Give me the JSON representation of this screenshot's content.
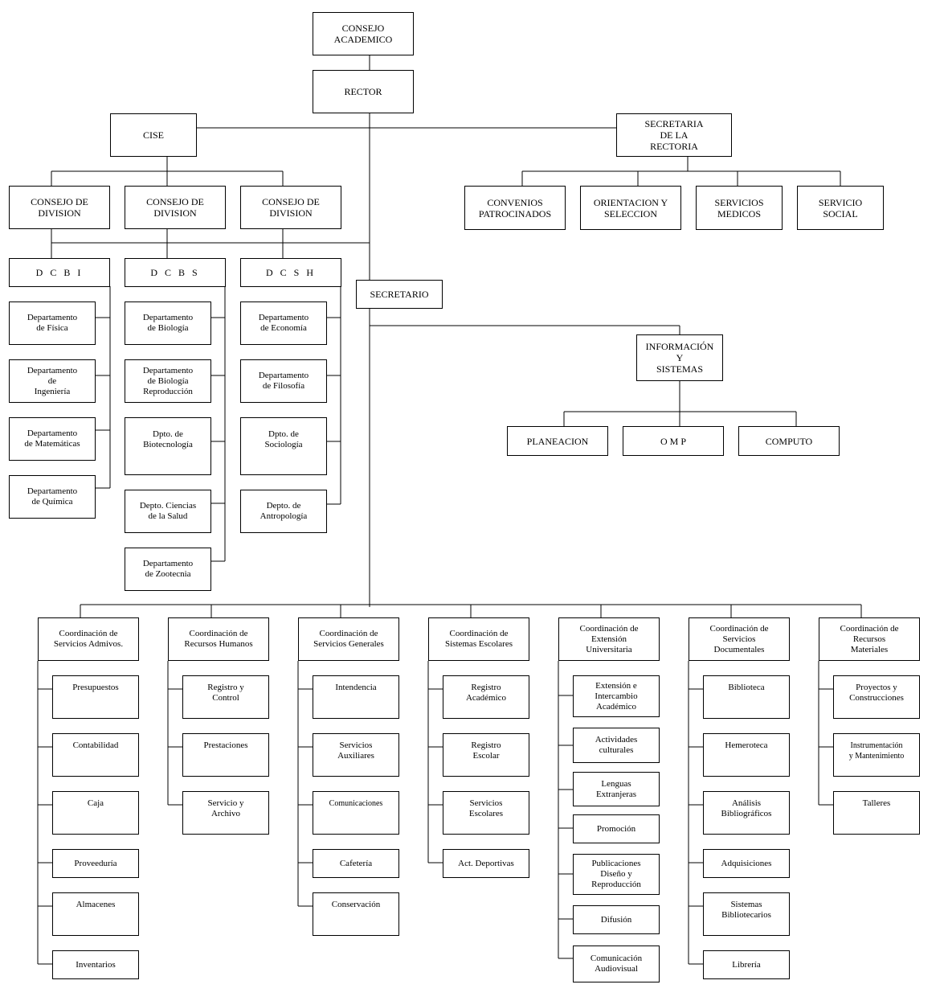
{
  "top": {
    "consejo_academico": "CONSEJO\nACADEMICO",
    "rector": "RECTOR",
    "cise": "CISE",
    "secretaria": "SECRETARIA\nDE  LA\nRECTORIA",
    "secretario": "SECRETARIO"
  },
  "secretaria_units": [
    "CONVENIOS\nPATROCINADOS",
    "ORIENTACION Y\nSELECCION",
    "SERVICIOS\nMEDICOS",
    "SERVICIO\nSOCIAL"
  ],
  "consejos_division": [
    "CONSEJO DE\nDIVISION",
    "CONSEJO DE\nDIVISION",
    "CONSEJO DE\nDIVISION"
  ],
  "divisions": [
    {
      "name": "D C B I",
      "departments": [
        "Departamento\nde Física",
        "Departamento\nde\nIngeniería",
        "Departamento\nde Matemáticas",
        "Departamento\nde Química"
      ]
    },
    {
      "name": "D C B S",
      "departments": [
        "Departamento\nde Biología",
        "Departamento\nde Biología\nReproducción",
        "Dpto. de\nBiotecnología",
        "Depto. Ciencias\nde la Salud",
        "Departamento\nde Zootecnia"
      ]
    },
    {
      "name": "D C S H",
      "departments": [
        "Departamento\nde Economía",
        "Departamento\nde Filosofía",
        "Dpto. de\nSociología",
        "Depto. de\nAntropología"
      ]
    }
  ],
  "informacion": {
    "title": "INFORMACIÓN\nY\nSISTEMAS",
    "units": [
      "PLANEACION",
      "O M P",
      "COMPUTO"
    ]
  },
  "coordinations": [
    {
      "title": "Coordinación de\nServicios Admivos.",
      "units": [
        "Presupuestos",
        "Contabilidad",
        "Caja",
        "Proveeduría",
        "Almacenes",
        "Inventarios"
      ]
    },
    {
      "title": "Coordinación de\nRecursos Humanos",
      "units": [
        "Registro y\nControl",
        "Prestaciones",
        "Servicio y\nArchivo"
      ]
    },
    {
      "title": "Coordinación de\nServicios Generales",
      "units": [
        "Intendencia",
        "Servicios\nAuxiliares",
        "Comunicaciones",
        "Cafetería",
        "Conservación"
      ]
    },
    {
      "title": "Coordinación de\nSistemas Escolares",
      "units": [
        "Registro\nAcadémico",
        "Registro\nEscolar",
        "Servicios\nEscolares",
        "Act. Deportivas"
      ]
    },
    {
      "title": "Coordinación de\nExtensión\nUniversitaria",
      "units": [
        "Extensión e\nIntercambio\nAcadémico",
        "Actividades\nculturales",
        "Lenguas\nExtranjeras",
        "Promoción",
        "Publicaciones\nDiseño  y\nReproducción",
        "Difusión",
        "Comunicación\nAudiovisual"
      ]
    },
    {
      "title": "Coordinación de\nServicios\nDocumentales",
      "units": [
        "Biblioteca",
        "Hemeroteca",
        "Análisis\nBibliográficos",
        "Adquisiciones",
        "Sistemas\nBibliotecarios",
        "Librería"
      ]
    },
    {
      "title": "Coordinación de\nRecursos\nMateriales",
      "units": [
        "Proyectos y\nConstrucciones",
        "Instrumentación\ny Mantenimiento",
        "Talleres"
      ]
    }
  ]
}
